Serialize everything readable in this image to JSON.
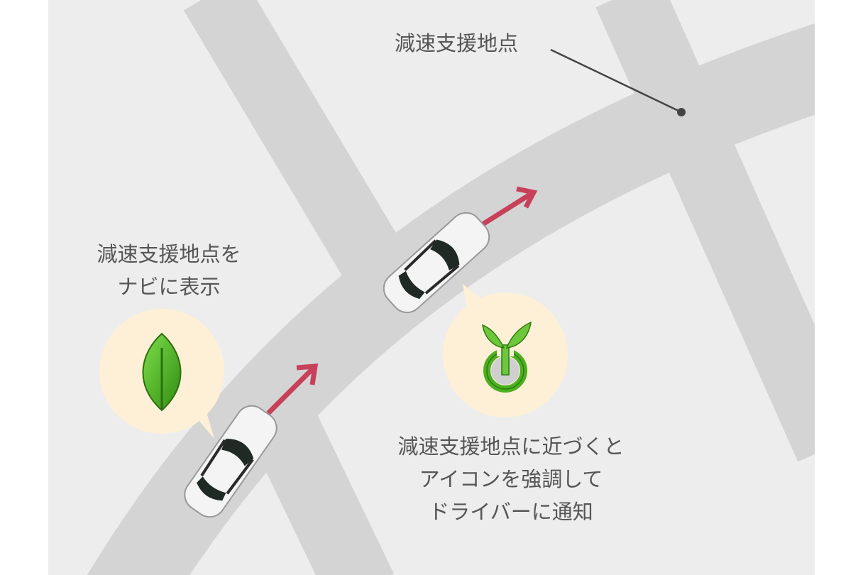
{
  "labels": {
    "point_label": "減速支援地点",
    "nav_display": [
      "減速支援地点を",
      "ナビに表示"
    ],
    "notify": [
      "減速支援地点に近づくと",
      "アイコンを強調して",
      "ドライバーに通知"
    ]
  },
  "icons": {
    "normal_icon": "leaf-icon",
    "highlight_icon": "sprout-icon"
  },
  "colors": {
    "background": "#ededed",
    "road": "#d4d4d4",
    "arrow": "#c8405a",
    "bubble": "#fdf0d6",
    "text": "#555555",
    "leaf_green": "#4caf20"
  }
}
